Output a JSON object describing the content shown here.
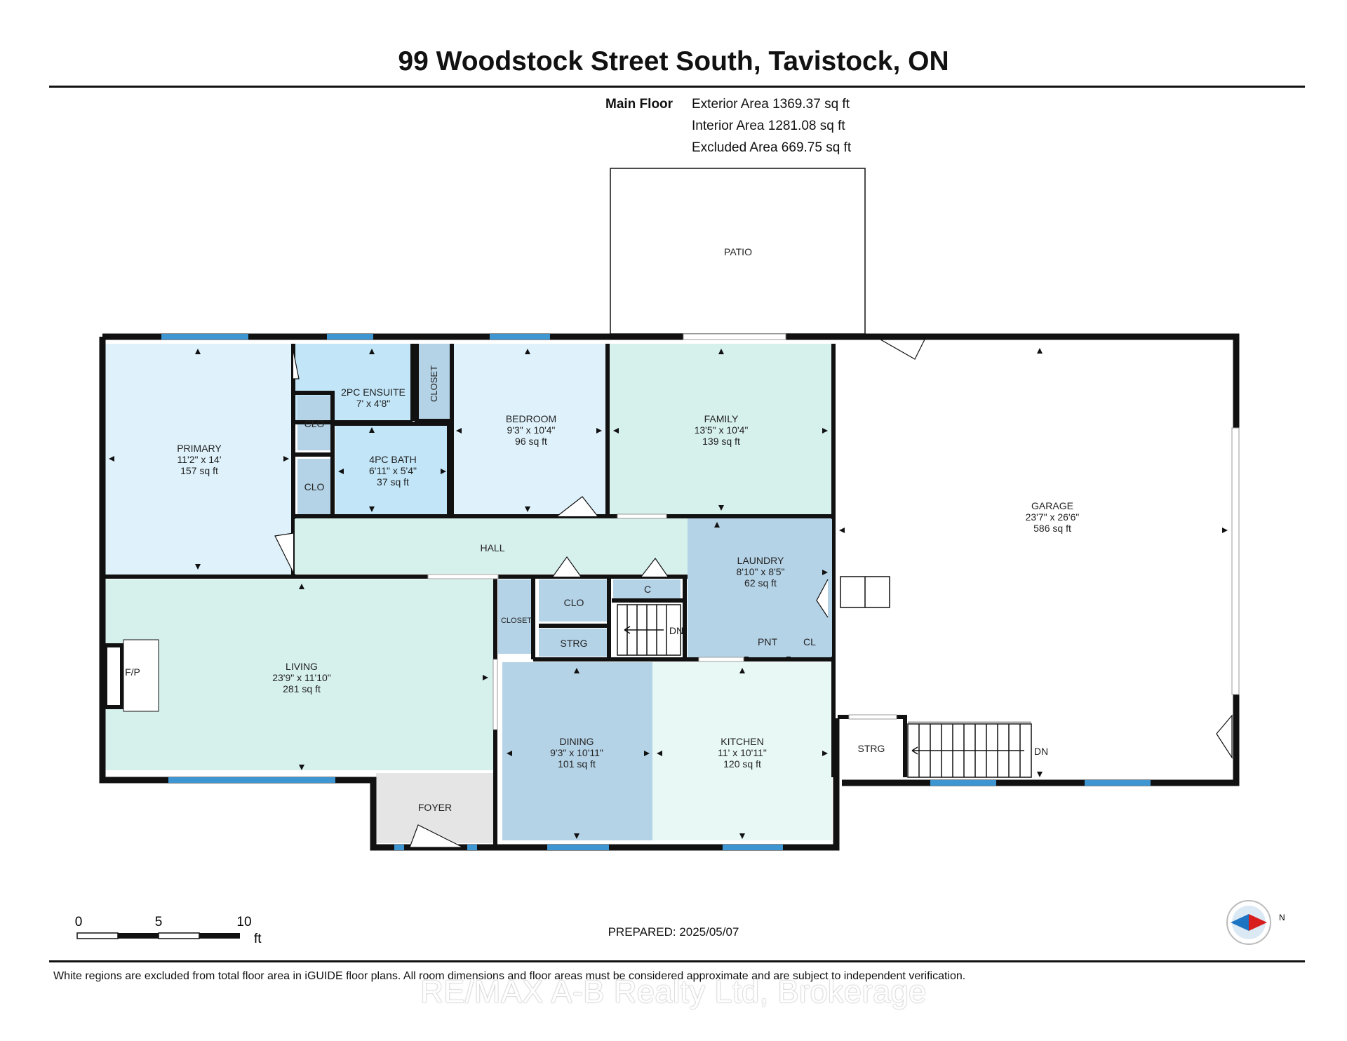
{
  "header": {
    "title": "99 Woodstock Street South, Tavistock, ON"
  },
  "areas": {
    "floor_label": "Main Floor",
    "exterior": "Exterior Area 1369.37 sq ft",
    "interior": "Interior Area 1281.08 sq ft",
    "excluded": "Excluded Area 669.75 sq ft"
  },
  "rooms": {
    "patio": {
      "name": "PATIO"
    },
    "primary": {
      "name": "PRIMARY",
      "dims": "11'2\" x 14'",
      "area": "157 sq ft"
    },
    "ensuite": {
      "name": "2PC ENSUITE",
      "dims": "7' x 4'8\""
    },
    "closet_vertical": {
      "name": "CLOSET"
    },
    "bedroom": {
      "name": "BEDROOM",
      "dims": "9'3\" x 10'4\"",
      "area": "96 sq ft"
    },
    "family": {
      "name": "FAMILY",
      "dims": "13'5\" x 10'4\"",
      "area": "139 sq ft"
    },
    "garage": {
      "name": "GARAGE",
      "dims": "23'7\" x 26'6\"",
      "area": "586 sq ft"
    },
    "clo1": {
      "name": "CLO"
    },
    "clo2": {
      "name": "CLO"
    },
    "bath4": {
      "name": "4PC BATH",
      "dims": "6'11\" x 5'4\"",
      "area": "37 sq ft"
    },
    "hall": {
      "name": "HALL"
    },
    "laundry": {
      "name": "LAUNDRY",
      "dims": "8'10\" x 8'5\"",
      "area": "62 sq ft"
    },
    "living": {
      "name": "LIVING",
      "dims": "23'9\" x 11'10\"",
      "area": "281 sq ft"
    },
    "fp": {
      "name": "F/P"
    },
    "closet_small": {
      "name": "CLOSET"
    },
    "clo3": {
      "name": "CLO"
    },
    "strg1": {
      "name": "STRG"
    },
    "c": {
      "name": "C"
    },
    "dn1": {
      "name": "DN"
    },
    "pnt": {
      "name": "PNT"
    },
    "cl": {
      "name": "CL"
    },
    "dining": {
      "name": "DINING",
      "dims": "9'3\" x 10'11\"",
      "area": "101 sq ft"
    },
    "kitchen": {
      "name": "KITCHEN",
      "dims": "11' x 10'11\"",
      "area": "120 sq ft"
    },
    "foyer": {
      "name": "FOYER"
    },
    "strg2": {
      "name": "STRG"
    },
    "dn2": {
      "name": "DN"
    }
  },
  "scale": {
    "t0": "0",
    "t5": "5",
    "t10": "10",
    "unit": "ft"
  },
  "prepared": "PREPARED: 2025/05/07",
  "compass": {
    "label": "N"
  },
  "footer": {
    "note": "White regions are excluded from total floor area in iGUIDE floor plans. All room dimensions and floor areas must be considered approximate and are subject to independent verification.",
    "watermark": "RE/MAX A-B Realty Ltd, Brokerage"
  },
  "colors": {
    "light_blue": "#dff2fb",
    "mint": "#d6f0ec",
    "mid_blue": "#b5d3e7",
    "bath_blue": "#c2e6f8",
    "window_blue": "#3d96d2",
    "wall": "#111111",
    "foyer_gray": "#e5e5e5",
    "kitchen": "#e8f8f4"
  }
}
